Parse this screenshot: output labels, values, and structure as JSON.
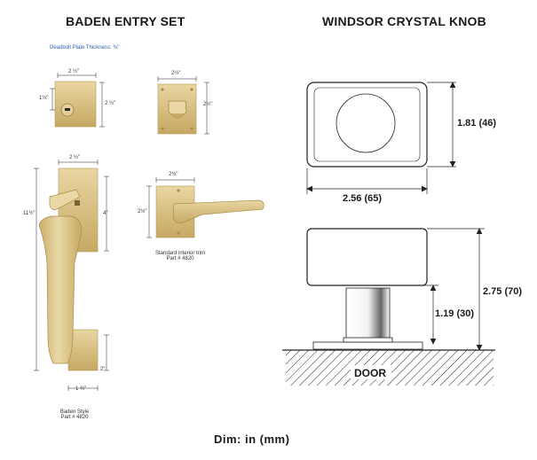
{
  "left": {
    "title": "BADEN ENTRY SET",
    "deadbolt_note": "Deadbolt Plate Thickness: ⅜\"",
    "deadbolt": {
      "width": "2 ½\"",
      "height": "2 ½\"",
      "cyl_offset": "1½\""
    },
    "trim_top": {
      "width": "2½\"",
      "height": "2½\""
    },
    "handleset": {
      "width": "2 ½\"",
      "overall": "11½\"",
      "upper": "4\"",
      "lower": "2\"",
      "base": "1 ¾\""
    },
    "interior": {
      "width": "2½\"",
      "height": "2½\"",
      "caption1": "Standard interior trim",
      "caption2": "Part # 4820"
    },
    "baden_caption1": "Baden Style",
    "baden_caption2": "Part # 4820"
  },
  "right": {
    "title": "WINDSOR CRYSTAL KNOB",
    "dim_height": "1.81 (46)",
    "dim_width": "2.56 (65)",
    "dim_overall": "2.75 (70)",
    "dim_neck": "1.19 (30)",
    "door_label": "DOOR"
  },
  "footer": "Dim: in (mm)",
  "colors": {
    "brass": "#d8bf7e",
    "brass_dark": "#b89a55",
    "brass_light": "#efe0b3",
    "line": "#1a1a1a"
  }
}
